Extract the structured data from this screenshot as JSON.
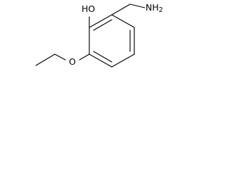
{
  "molecule": {
    "labels": {
      "hydroxyl": "HO",
      "amine_n": "NH",
      "amine_sub": "2",
      "ether_o": "O"
    }
  }
}
